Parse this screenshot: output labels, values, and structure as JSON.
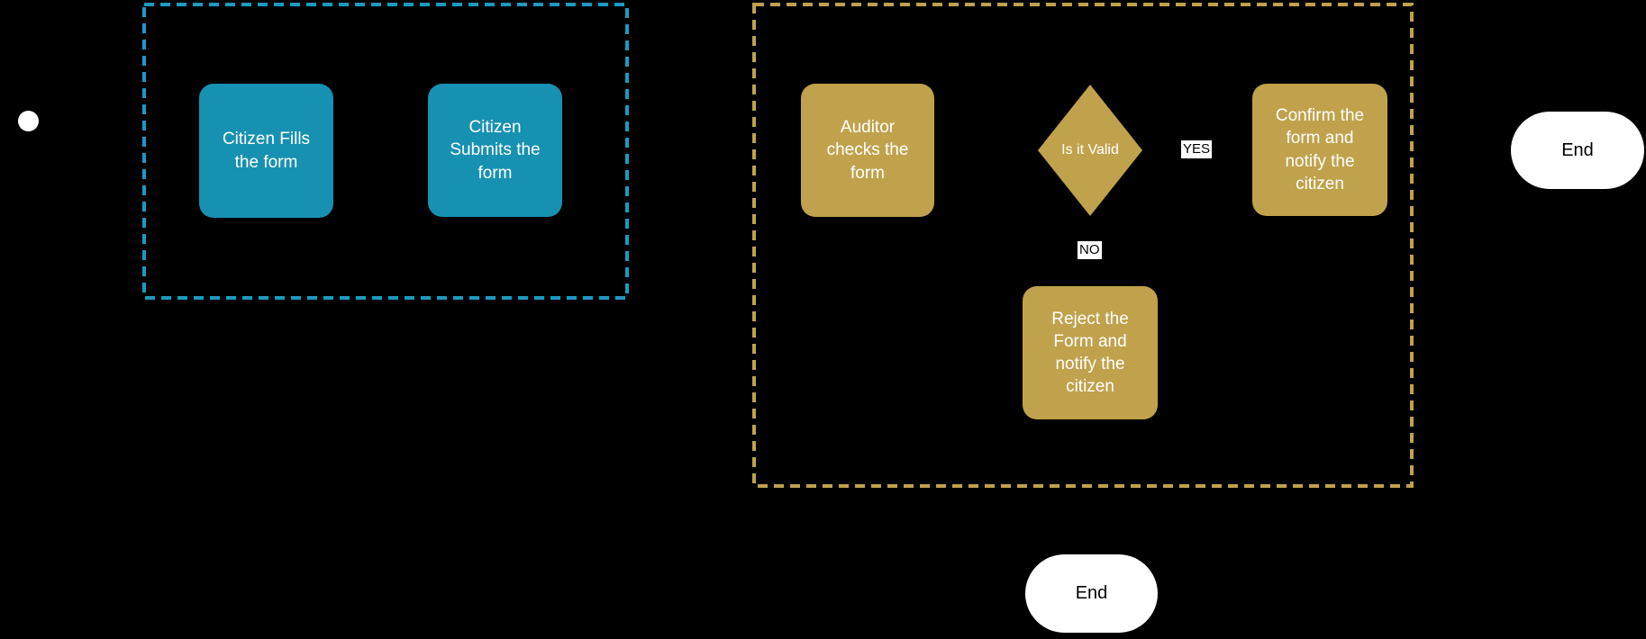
{
  "colors": {
    "background": "#000000",
    "teal_fill": "#1791B2",
    "teal_border": "#1B9AC2",
    "gold_fill": "#C0A24C",
    "gold_border": "#C0A24C",
    "node_text": "#FFFFFF",
    "end_fill": "#FFFFFF",
    "end_text": "#000000",
    "edge_label_bg": "#FFFFFF",
    "edge_label_text": "#000000"
  },
  "nodes": {
    "citizen_fills": {
      "label": "Citizen Fills the form"
    },
    "citizen_submits": {
      "label": "Citizen Submits the form"
    },
    "auditor_checks": {
      "label": "Auditor checks the form"
    },
    "is_it_valid": {
      "label": "Is it Valid"
    },
    "confirm": {
      "label": "Confirm the form and notify the citizen"
    },
    "reject": {
      "label": "Reject the Form and notify the citizen"
    },
    "end_main": {
      "label": "End"
    },
    "end_reject": {
      "label": "End"
    }
  },
  "edge_labels": {
    "yes": "YES",
    "no": "NO"
  }
}
